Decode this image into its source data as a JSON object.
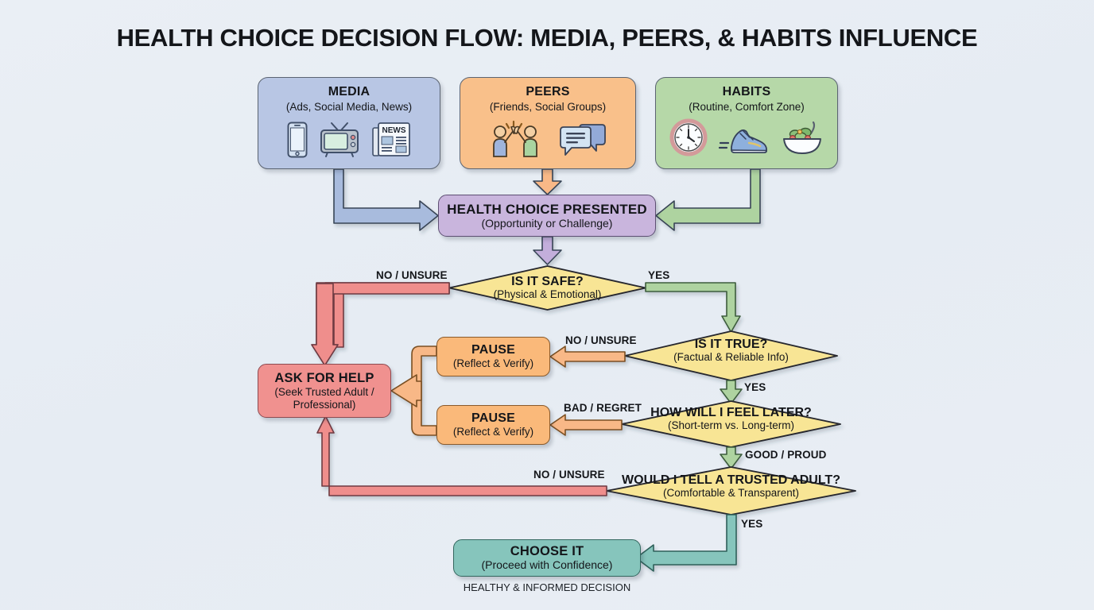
{
  "title": "HEALTH CHOICE DECISION FLOW: MEDIA, PEERS, & HABITS INFLUENCE",
  "caption": "HEALTHY & INFORMED DECISION",
  "colors": {
    "background": "#e9eef4",
    "media": "#b8c6e4",
    "peers": "#f9c08a",
    "habits": "#b6d8a8",
    "choice": "#c9b5dd",
    "decision": "#f8e595",
    "help": "#f0918f",
    "pause": "#fab97a",
    "choose": "#86c5bc",
    "arrow_blue": "#a8bbdd",
    "arrow_orange": "#f8b887",
    "arrow_green": "#aed3a0",
    "arrow_purple": "#c3aedb",
    "arrow_red": "#ef8e8c",
    "arrow_teal": "#86c5bc"
  },
  "sources": [
    {
      "id": "media",
      "title": "MEDIA",
      "subtitle": "(Ads, Social Media, News)",
      "icons": [
        "smartphone-icon",
        "television-icon",
        "newspaper-icon"
      ]
    },
    {
      "id": "peers",
      "title": "PEERS",
      "subtitle": "(Friends, Social Groups)",
      "icons": [
        "high-five-people-icon",
        "speech-bubbles-icon"
      ]
    },
    {
      "id": "habits",
      "title": "HABITS",
      "subtitle": "(Routine, Comfort Zone)",
      "icons": [
        "clock-icon",
        "running-shoe-icon",
        "salad-bowl-icon"
      ]
    }
  ],
  "nodes": {
    "choice": {
      "title": "HEALTH CHOICE PRESENTED",
      "subtitle": "(Opportunity or Challenge)"
    },
    "safe": {
      "title": "IS IT SAFE?",
      "subtitle": "(Physical & Emotional)"
    },
    "true": {
      "title": "IS IT TRUE?",
      "subtitle": "(Factual & Reliable Info)"
    },
    "feel": {
      "title": "HOW WILL I FEEL LATER?",
      "subtitle": "(Short-term vs. Long-term)"
    },
    "tell": {
      "title": "WOULD I TELL A TRUSTED ADULT?",
      "subtitle": "(Comfortable & Transparent)"
    },
    "help": {
      "title": "ASK FOR HELP",
      "subtitle": "(Seek Trusted Adult /",
      "subtitle2": "Professional)"
    },
    "pause1": {
      "title": "PAUSE",
      "subtitle": "(Reflect & Verify)"
    },
    "pause2": {
      "title": "PAUSE",
      "subtitle": "(Reflect & Verify)"
    },
    "choose": {
      "title": "CHOOSE IT",
      "subtitle": "(Proceed with Confidence)"
    }
  },
  "edge_labels": {
    "safe_no": "NO / UNSURE",
    "safe_yes": "YES",
    "true_no": "NO / UNSURE",
    "true_yes": "YES",
    "feel_bad": "BAD / REGRET",
    "feel_good": "GOOD / PROUD",
    "tell_no": "NO / UNSURE",
    "tell_yes": "YES"
  }
}
